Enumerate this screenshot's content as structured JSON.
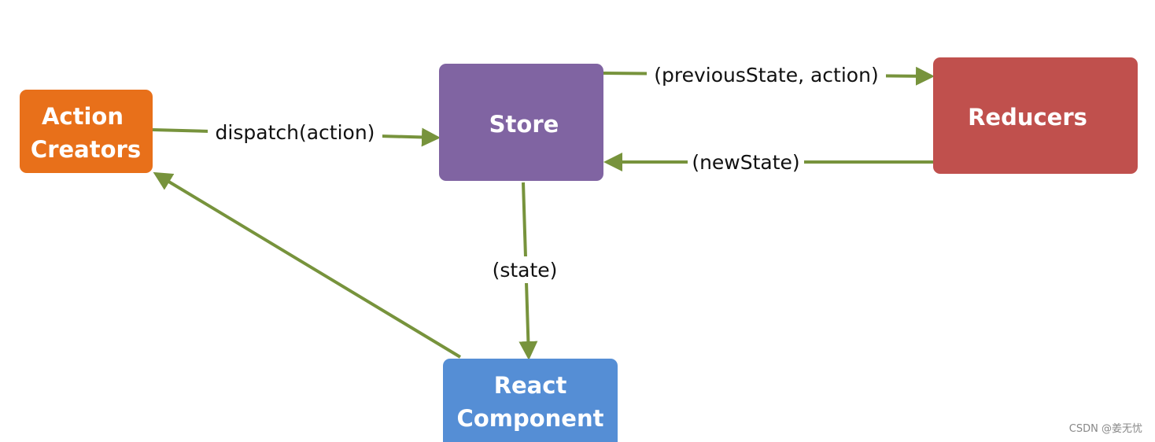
{
  "nodes": {
    "action_creators": {
      "line1": "Action",
      "line2": "Creators",
      "color": "#E8701A"
    },
    "store": {
      "label": "Store",
      "color": "#8064A2"
    },
    "reducers": {
      "label": "Reducers",
      "color": "#C0504D"
    },
    "react_component": {
      "line1": "React",
      "line2": "Component",
      "color": "#558ED5"
    }
  },
  "edges": {
    "dispatch": "dispatch(action)",
    "previous_state": "(previousState, action)",
    "new_state": "(newState)",
    "state": "(state)",
    "color": "#77933C"
  },
  "watermark": "CSDN @姜无忧"
}
